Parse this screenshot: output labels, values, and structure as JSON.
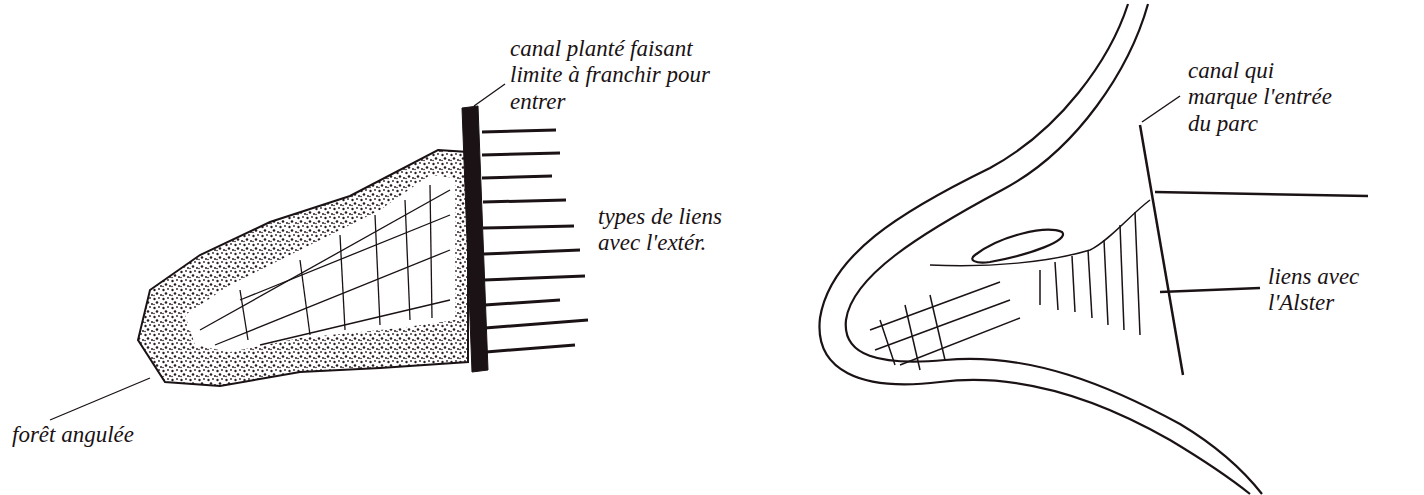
{
  "diagram": {
    "labels": [
      "canal planté faisant limite à franchir pour entrer",
      "types de liens avec l'extér.",
      "forêt angulée",
      "canal qui marque l'entrée du parc",
      "liens avec l'Alster"
    ]
  }
}
